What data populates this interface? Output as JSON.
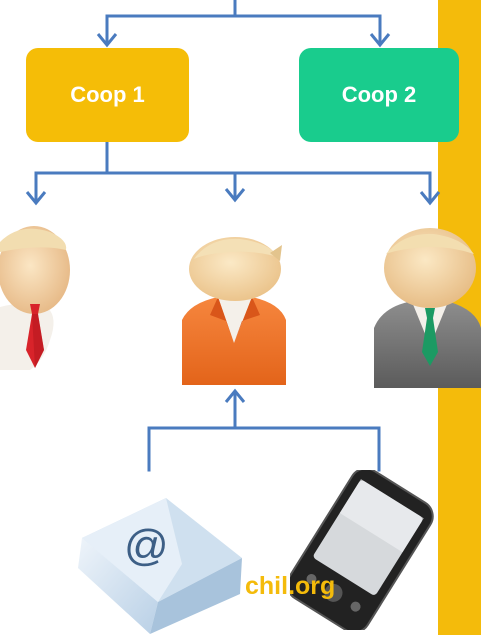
{
  "colors": {
    "accent_yellow": "#f4bb0b",
    "coop1_color": "#f5bd07",
    "coop2_color": "#19cc8d",
    "connector_blue": "#4a7bbf"
  },
  "diagram": {
    "coop1_label": "Coop 1",
    "coop2_label": "Coop 2",
    "people": [
      {
        "icon": "person-red-tie-icon"
      },
      {
        "icon": "person-orange-suit-icon"
      },
      {
        "icon": "person-gray-suit-icon"
      }
    ],
    "devices": [
      {
        "icon": "email-envelope-icon"
      },
      {
        "icon": "smartphone-icon"
      }
    ],
    "site_label": "chil.org"
  }
}
